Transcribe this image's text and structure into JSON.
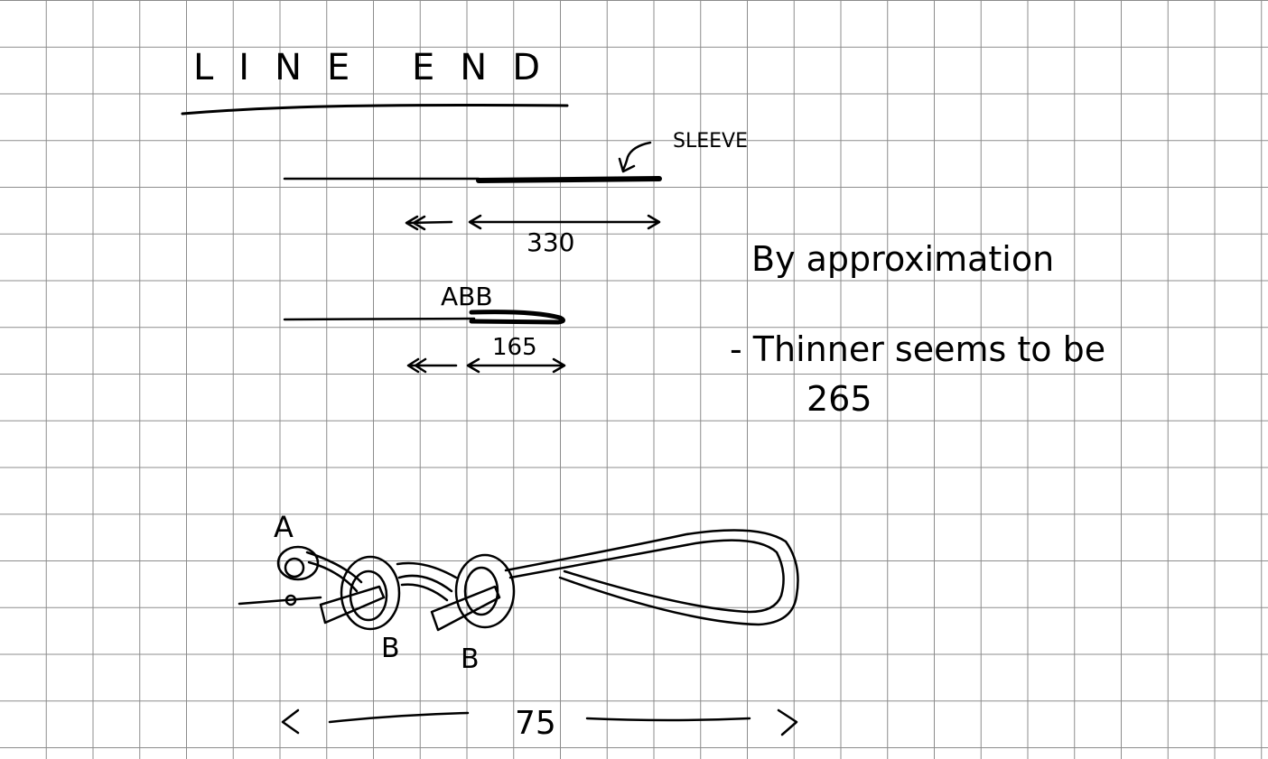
{
  "title": "LINE END",
  "labels": {
    "sleeve": "SLEEVE",
    "sleeve_length": "330",
    "abb": "ABB",
    "abb_length": "165",
    "knot_a": "A",
    "knot_b1": "B",
    "knot_b2": "B",
    "loop_length": "75"
  },
  "notes": {
    "line1": "By approximation",
    "line2": "- Thinner seems to be",
    "line3": "265"
  },
  "colors": {
    "ink": "#000000",
    "grid": "#8c8c8c",
    "paper": "#ffffff"
  }
}
